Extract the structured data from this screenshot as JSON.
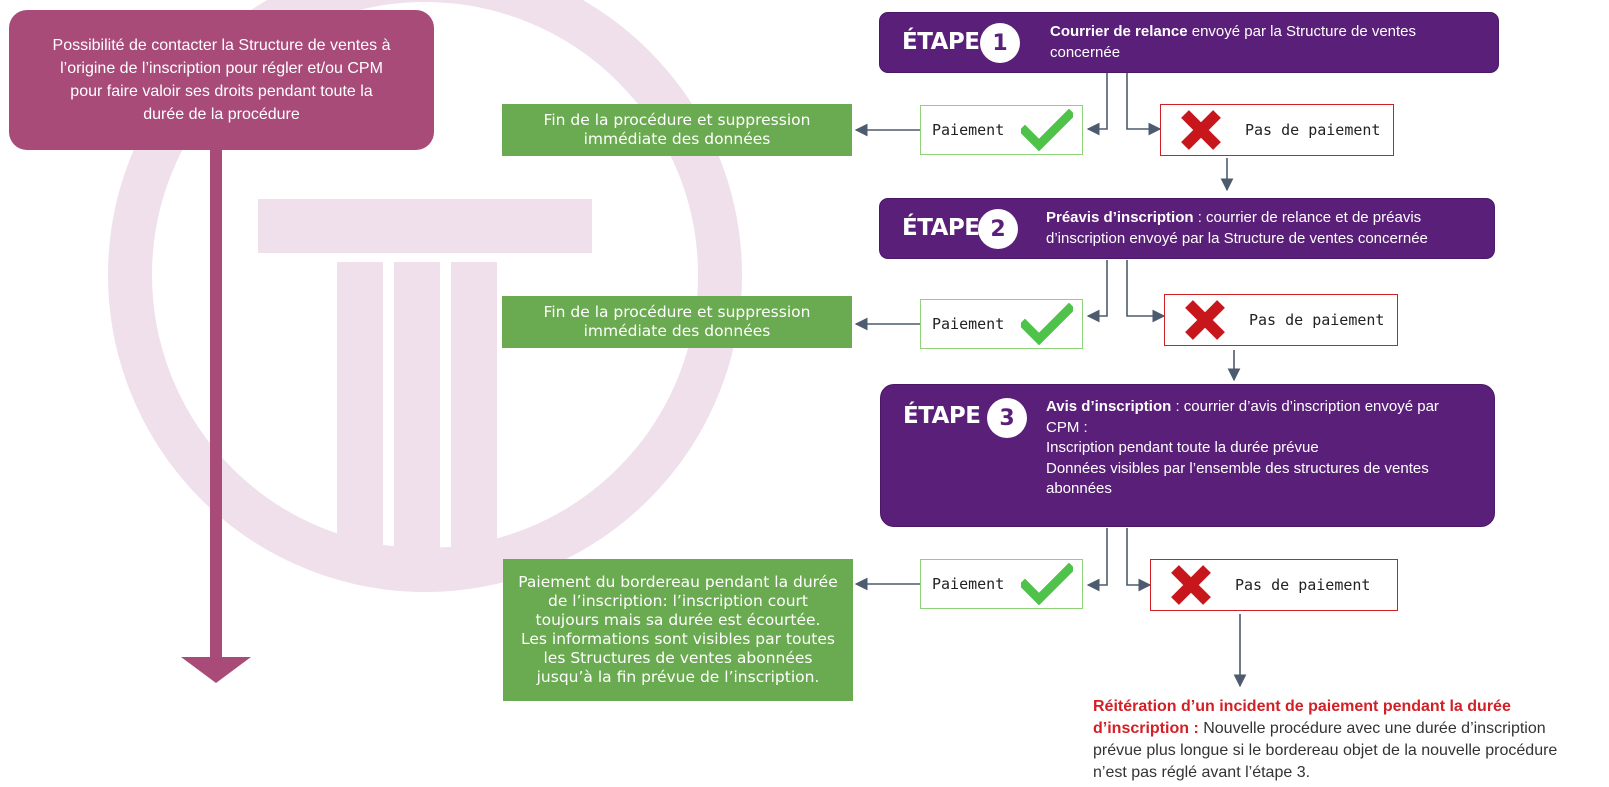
{
  "note": {
    "lines": [
      "Possibilité de contacter la Structure de ventes à",
      "l’origine de l’inscription pour régler et/ou CPM",
      "pour  faire valoir ses droits pendant toute la",
      "durée de la procédure"
    ]
  },
  "etape_word": "ÉTAPE",
  "steps": [
    {
      "number": "1",
      "bold": "Courrier de relance",
      "rest": " envoyé par la Structure de ventes",
      "more": [
        "concernée"
      ]
    },
    {
      "number": "2",
      "bold": "Préavis d’inscription",
      "rest": " : courrier de relance et de préavis",
      "more": [
        "d’inscription envoyé par la Structure de ventes concernée"
      ]
    },
    {
      "number": "3",
      "bold": "Avis d’inscription",
      "rest": " : courrier d’avis d’inscription envoyé par",
      "more": [
        "CPM :",
        "Inscription pendant toute la durée prévue",
        "Données visibles par l’ensemble des structures de ventes",
        "abonnées"
      ]
    }
  ],
  "paiement_label": "Paiement",
  "pas_de_paiement_label": "Pas de paiement",
  "fin_1": [
    "Fin de la procédure et suppression",
    "immédiate des données"
  ],
  "fin_2": [
    "Fin de la procédure et suppression",
    "immédiate des données"
  ],
  "fin_3": [
    "Paiement du bordereau pendant la durée",
    "de l’inscription: l’inscription court",
    "toujours mais sa durée est écourtée.",
    "Les informations sont visibles par toutes",
    "les Structures de ventes abonnées",
    "jusqu’à la fin prévue de l’inscription."
  ],
  "reiteration": {
    "highlight_1": "Réitération d’un incident de paiement pendant la durée",
    "highlight_2": "d’inscription :",
    "rest_2": " Nouvelle procédure avec une durée d’inscription",
    "line_3": "prévue plus longue si le bordereau objet de la nouvelle procédure",
    "line_4": "n’est pas réglé avant l’étape 3."
  },
  "colors": {
    "note": "#a84b79",
    "etape": "#5a1f78",
    "fin": "#6aaa50",
    "check": "#4fc24a",
    "cross": "#c8161d",
    "arrow": "#4d5b6e",
    "watermark": "#efe0ec"
  },
  "icons": {
    "check": "check-icon",
    "cross": "cross-icon",
    "watermark": "logo-watermark"
  }
}
